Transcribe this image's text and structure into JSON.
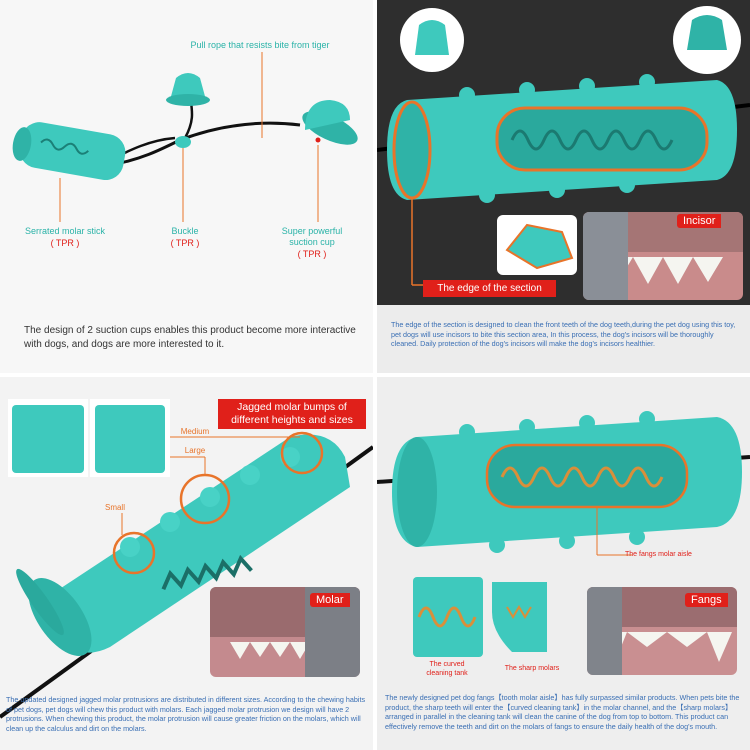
{
  "panel1": {
    "title": "Pull rope that resists bite from tiger",
    "stick_label": "Serrated molar stick",
    "stick_material": "( TPR )",
    "buckle_label": "Buckle",
    "buckle_material": "( TPR )",
    "cup_label_line1": "Super powerful",
    "cup_label_line2": "suction cup",
    "cup_material": "( TPR )",
    "caption": "The design of 2 suction cups enables this product become more interactive with dogs, and dogs are more interested to it."
  },
  "panel2": {
    "edge_tag": "The edge of the section",
    "incisor_tag": "Incisor",
    "caption": "The edge of the section is designed to clean the front teeth of the dog teeth,during the pet dog using this toy, pet dogs will use incisors to bite this section area, In this process, the dog's incisors will be thoroughly cleaned. Daily protection of the dog's incisors will make the dog's incisors healthier."
  },
  "panel3": {
    "title_line1": "Jagged molar bumps of",
    "title_line2": "different heights and sizes",
    "medium": "Medium",
    "large": "Large",
    "small": "Small",
    "molar_tag": "Molar",
    "caption": "The updated designed jagged molar protrusions are distributed in different sizes. According to the chewing habits of pet dogs, pet dogs will chew this product with molars. Each jagged molar protrusion we design will have 2 protrusions. When chewing this product, the molar protrusion will cause greater friction on the molars, which will clean up the calculus and dirt on the molars."
  },
  "panel4": {
    "fangs_slot": "The fangs molar aisle",
    "fangs_tag": "Fangs",
    "curved_line1": "The curved",
    "curved_line2": "cleaning tank",
    "sharp_molars": "The sharp molars",
    "caption": "The newly designed pet dog fangs【tooth molar aisle】has fully surpassed similar products. When pets bite the product, the sharp teeth will enter the【curved cleaning tank】in the molar channel, and the【sharp molars】arranged in parallel in the cleaning tank will clean the canine of the dog from top to bottom. This product can effectively remove the teeth and dirt on the molars of fangs to ensure the daily health of the dog's mouth."
  },
  "colors": {
    "teal": "#3ec9bd",
    "teal_dark": "#26a89c",
    "accent_orange": "#e8742a",
    "accent_red": "#e0201a",
    "caption_blue": "#3a6fb4"
  }
}
